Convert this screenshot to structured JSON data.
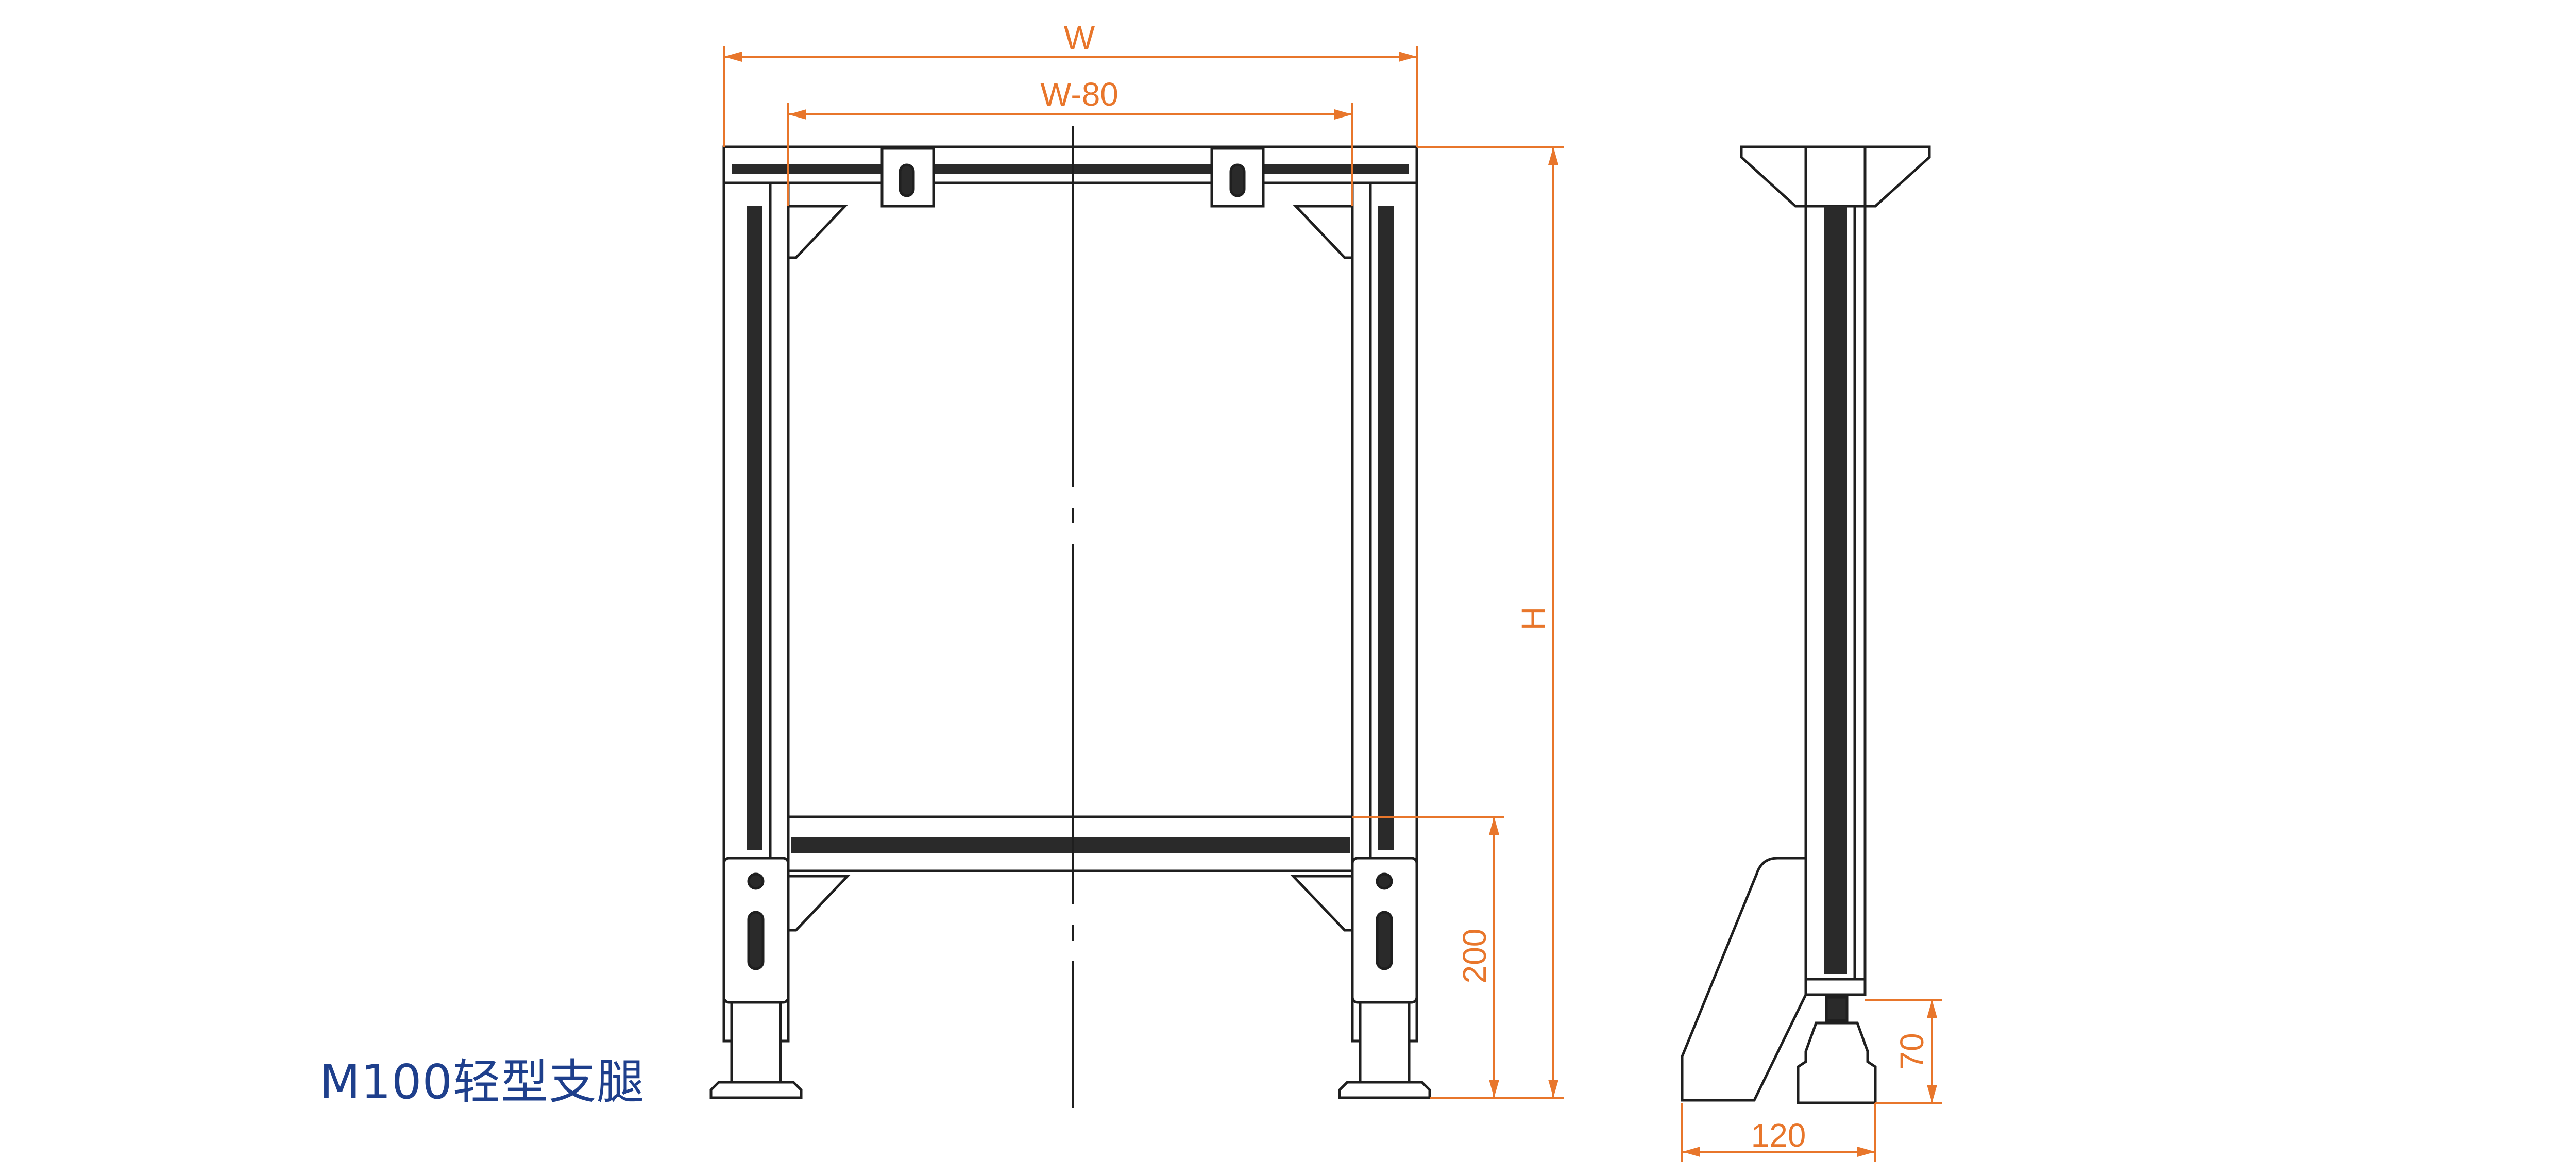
{
  "caption": "M100轻型支腿",
  "dimensions": {
    "overall_width": "W",
    "inner_width": "W-80",
    "height": "H",
    "lower_beam_height": "200",
    "base_depth": "120",
    "foot_height": "70"
  },
  "colors": {
    "dimension": "#E8762B",
    "caption": "#1E3F8C",
    "line": "#1f1f1f",
    "slot": "#2a2a2a"
  }
}
